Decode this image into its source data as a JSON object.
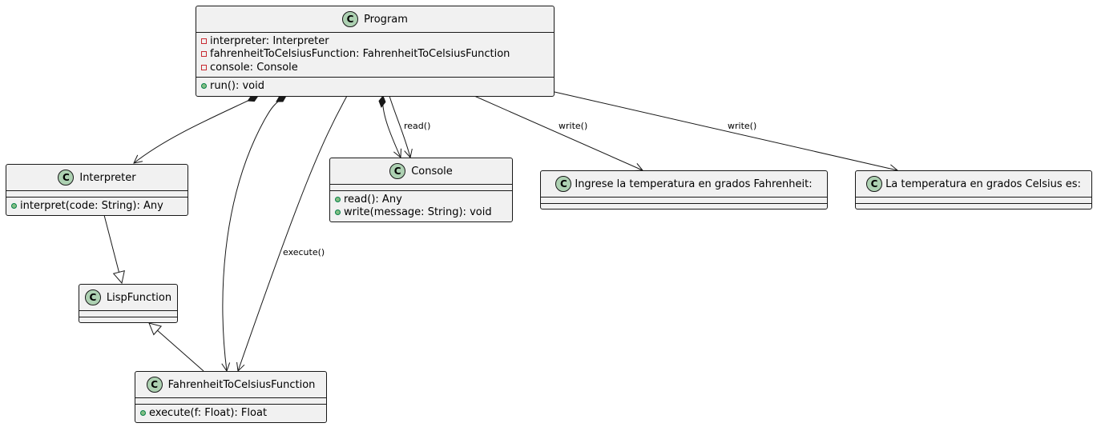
{
  "diagram": {
    "classes": {
      "program": {
        "name": "Program",
        "badge": "C",
        "attributes": [
          {
            "visibility": "private",
            "text": "interpreter: Interpreter"
          },
          {
            "visibility": "private",
            "text": "fahrenheitToCelsiusFunction: FahrenheitToCelsiusFunction"
          },
          {
            "visibility": "private",
            "text": "console: Console"
          }
        ],
        "methods": [
          {
            "visibility": "public",
            "text": "run(): void"
          }
        ]
      },
      "interpreter": {
        "name": "Interpreter",
        "badge": "C",
        "methods": [
          {
            "visibility": "public",
            "text": "interpret(code: String): Any"
          }
        ]
      },
      "console": {
        "name": "Console",
        "badge": "C",
        "methods": [
          {
            "visibility": "public",
            "text": "read(): Any"
          },
          {
            "visibility": "public",
            "text": "write(message: String): void"
          }
        ]
      },
      "lisp_function": {
        "name": "LispFunction",
        "badge": "C"
      },
      "f2c_function": {
        "name": "FahrenheitToCelsiusFunction",
        "badge": "C",
        "methods": [
          {
            "visibility": "public",
            "text": "execute(f: Float): Float"
          }
        ]
      },
      "prompt_fahrenheit": {
        "name": "Ingrese la temperatura en grados Fahrenheit:",
        "badge": "C"
      },
      "result_celsius": {
        "name": "La temperatura en grados Celsius es:",
        "badge": "C"
      }
    },
    "edge_labels": {
      "read": "read()",
      "execute": "execute()",
      "write_prompt": "write()",
      "write_result": "write()"
    },
    "colors": {
      "class_fill": "#f1f1f1",
      "border": "#181818",
      "badge_fill": "#add1b2",
      "private_marker": "#c82930",
      "public_marker": "#84be84"
    }
  }
}
